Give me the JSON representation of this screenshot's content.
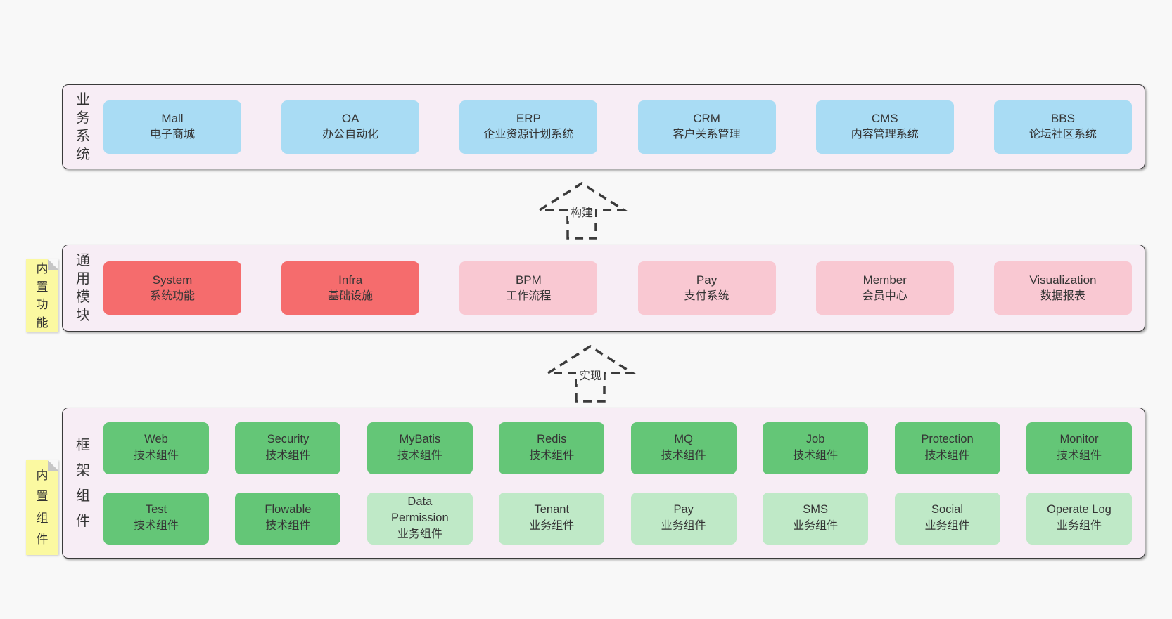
{
  "colors": {
    "page_bg": "#f8f8f8",
    "container_bg": "#f7edf5",
    "container_border": "#3a3a3a",
    "business_box": "#a9dcf4",
    "core_module_box": "#f56c6d",
    "module_box": "#f9c8d2",
    "tech_component_box": "#64c677",
    "biz_component_box": "#bfe9c7",
    "sticky_note": "#fbf9a1"
  },
  "arrows": {
    "build": {
      "label": "构建"
    },
    "implement": {
      "label": "实现"
    }
  },
  "layers": {
    "business": {
      "side_label": "业务系统",
      "boxes": [
        {
          "title": "Mall",
          "subtitle": "电子商城"
        },
        {
          "title": "OA",
          "subtitle": "办公自动化"
        },
        {
          "title": "ERP",
          "subtitle": "企业资源计划系统"
        },
        {
          "title": "CRM",
          "subtitle": "客户关系管理"
        },
        {
          "title": "CMS",
          "subtitle": "内容管理系统"
        },
        {
          "title": "BBS",
          "subtitle": "论坛社区系统"
        }
      ]
    },
    "modules": {
      "side_label": "通用模块",
      "sticky_label": "内置功能",
      "boxes": [
        {
          "title": "System",
          "subtitle": "系统功能"
        },
        {
          "title": "Infra",
          "subtitle": "基础设施"
        },
        {
          "title": "BPM",
          "subtitle": "工作流程"
        },
        {
          "title": "Pay",
          "subtitle": "支付系统"
        },
        {
          "title": "Member",
          "subtitle": "会员中心"
        },
        {
          "title": "Visualization",
          "subtitle": "数据报表"
        }
      ]
    },
    "components": {
      "side_label": "框架组件",
      "sticky_label": "内置组件",
      "row1": [
        {
          "title": "Web",
          "subtitle": "技术组件"
        },
        {
          "title": "Security",
          "subtitle": "技术组件"
        },
        {
          "title": "MyBatis",
          "subtitle": "技术组件"
        },
        {
          "title": "Redis",
          "subtitle": "技术组件"
        },
        {
          "title": "MQ",
          "subtitle": "技术组件"
        },
        {
          "title": "Job",
          "subtitle": "技术组件"
        },
        {
          "title": "Protection",
          "subtitle": "技术组件"
        },
        {
          "title": "Monitor",
          "subtitle": "技术组件"
        }
      ],
      "row2": [
        {
          "title": "Test",
          "subtitle": "技术组件"
        },
        {
          "title": "Flowable",
          "subtitle": "技术组件"
        },
        {
          "title": "Data Permission",
          "subtitle": "业务组件"
        },
        {
          "title": "Tenant",
          "subtitle": "业务组件"
        },
        {
          "title": "Pay",
          "subtitle": "业务组件"
        },
        {
          "title": "SMS",
          "subtitle": "业务组件"
        },
        {
          "title": "Social",
          "subtitle": "业务组件"
        },
        {
          "title": "Operate Log",
          "subtitle": "业务组件"
        }
      ]
    }
  }
}
